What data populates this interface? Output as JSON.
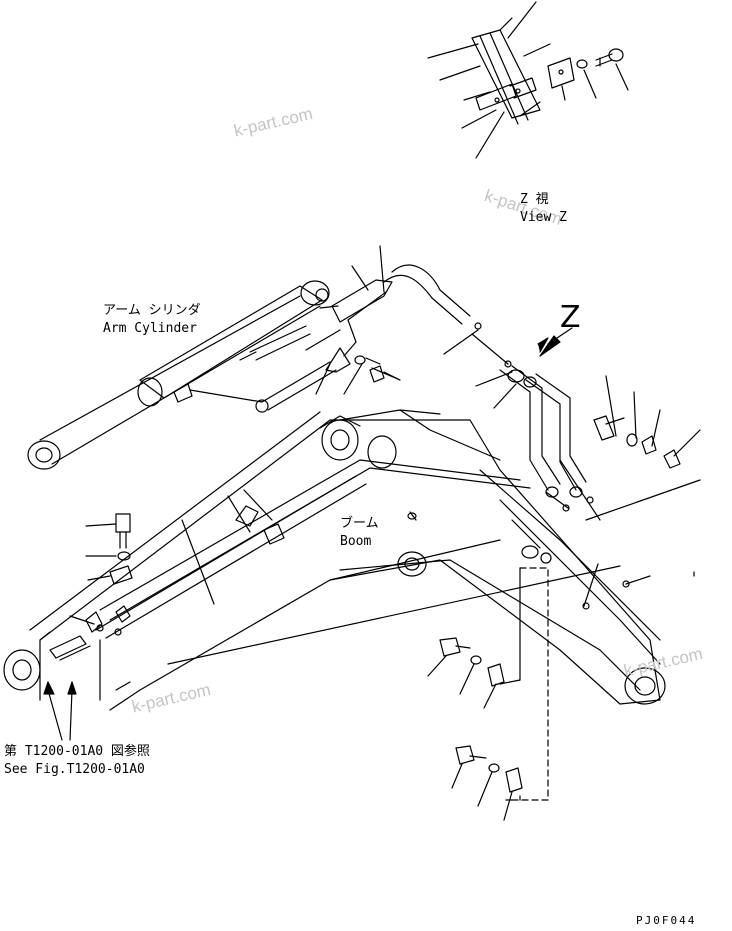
{
  "labels": {
    "arm_cylinder_jp": "アーム シリンダ",
    "arm_cylinder_en": "Arm Cylinder",
    "boom_jp": "ブーム",
    "boom_en": "Boom",
    "view_z_jp": "Z 視",
    "view_z_en": "View Z",
    "z_marker": "Z",
    "see_fig_jp": "第 T1200-01A0 図参照",
    "see_fig_en": "See Fig.T1200-01A0",
    "drawing_code": "PJ0F044"
  },
  "watermarks": [
    "k-part.com",
    "k-part.com",
    "k-part.com",
    "k-part.com"
  ]
}
